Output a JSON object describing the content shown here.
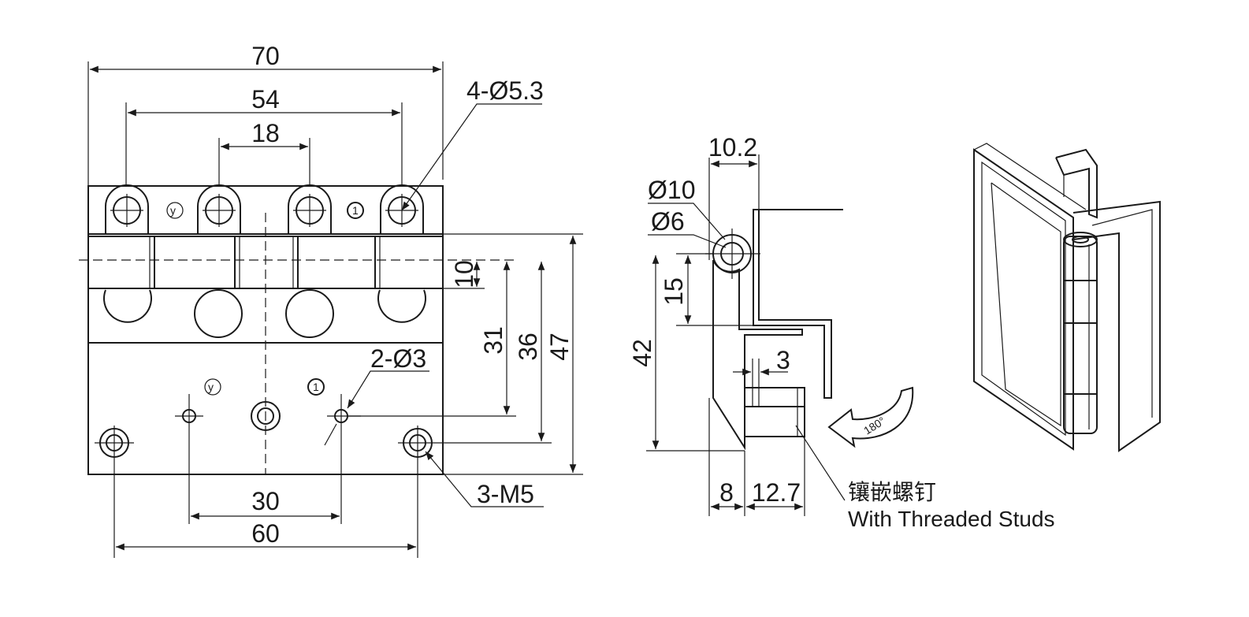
{
  "front_view": {
    "dim_width_total": "70",
    "dim_hole_spacing_outer": "54",
    "dim_hole_spacing_inner": "18",
    "hole_callout": "4-Ø5.3",
    "dim_10": "10",
    "dim_31": "31",
    "dim_36": "36",
    "dim_47": "47",
    "small_hole_callout": "2-Ø3",
    "stud_callout": "3-M5",
    "dim_30": "30",
    "dim_60": "60"
  },
  "side_view": {
    "dim_10_2": "10.2",
    "dia_outer": "Ø10",
    "dia_inner": "Ø6",
    "dim_15": "15",
    "dim_42": "42",
    "dim_3": "3",
    "dim_8": "8",
    "dim_12_7": "12.7",
    "rotation_label": "180°",
    "stud_note_cn": "镶嵌螺钉",
    "stud_note_en": "With Threaded Studs"
  }
}
